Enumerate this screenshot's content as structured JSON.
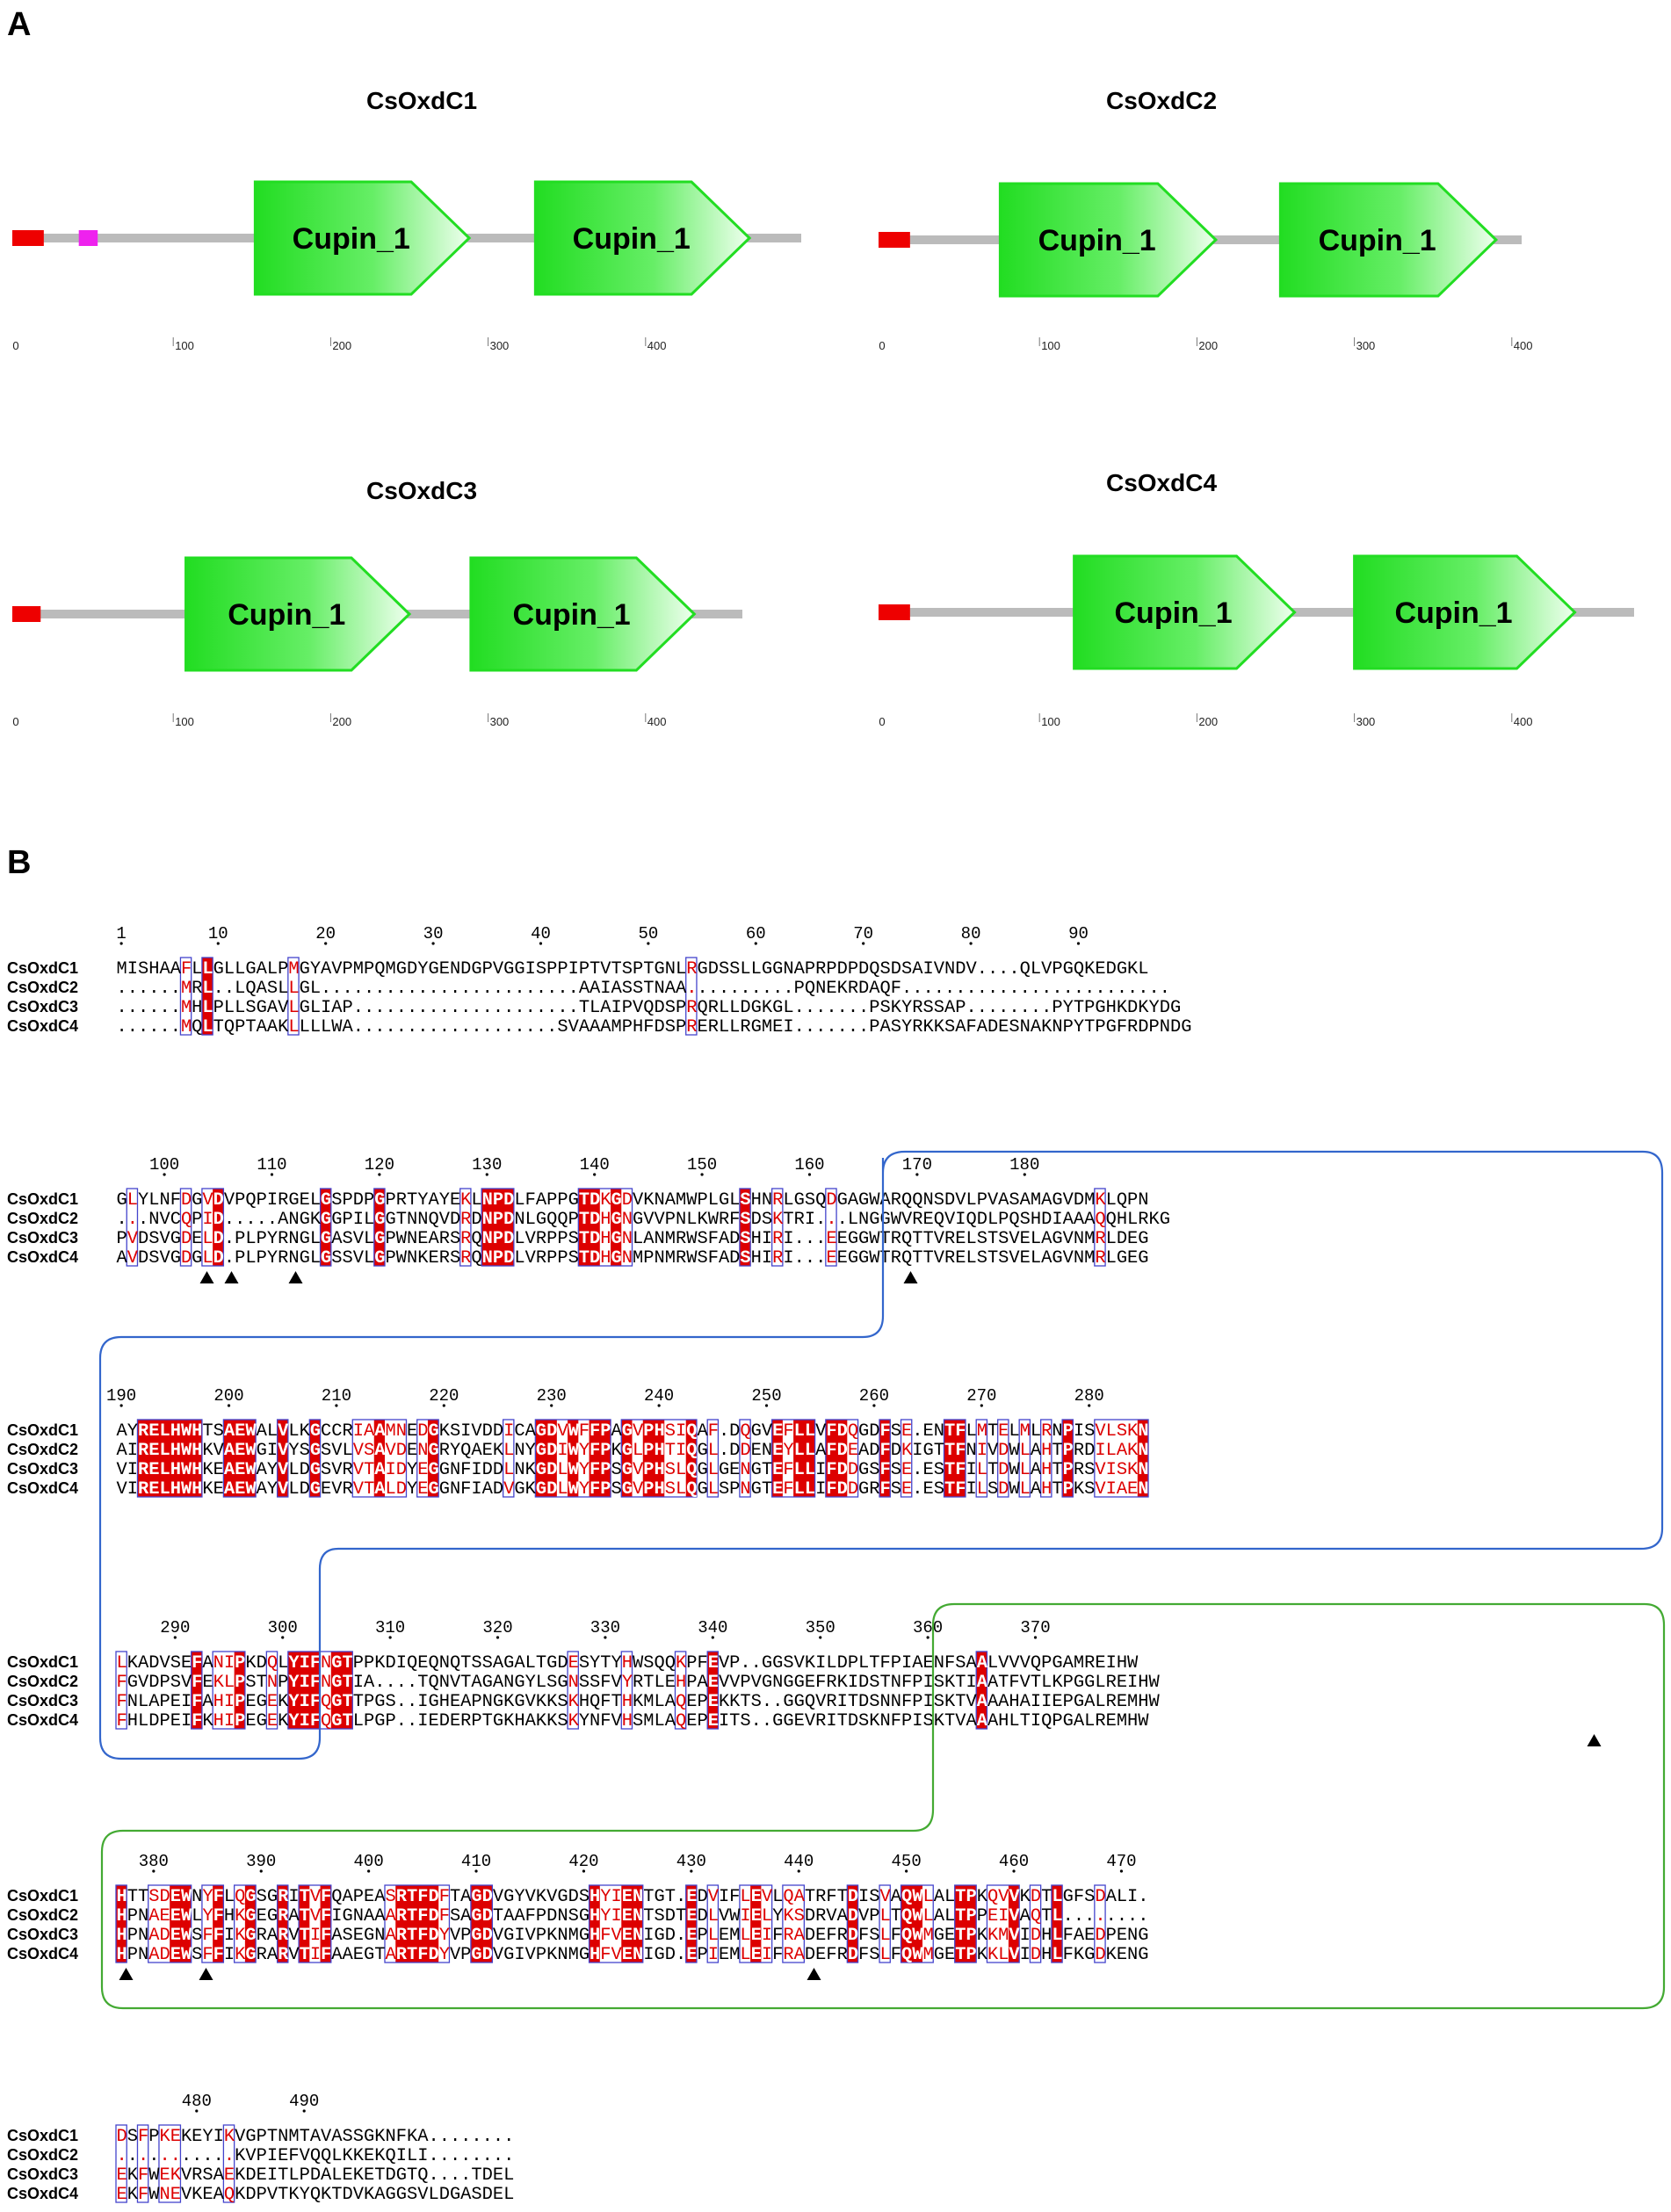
{
  "colors": {
    "identical_bg": "#dd0000",
    "similar_text": "#dd0000",
    "frame": "#4444cc",
    "domain_green": "#22dd22",
    "hydrophobic_region": "#3366cc",
    "cupin_region": "#44aa33",
    "signal_red": "#ee0000",
    "motif_magenta": "#ee22ee",
    "backbone": "#bbbbbb"
  },
  "panel_a": {
    "letter": "A",
    "proteins": [
      {
        "title": "CsOxdC1",
        "scale_max": 500,
        "length": 500,
        "signal": [
          0,
          20
        ],
        "motif": [
          40,
          52
        ],
        "domains": [
          [
            152,
            288
          ],
          [
            330,
            466
          ]
        ],
        "domain_label": "Cupin_1",
        "ticks": [
          "0",
          "100",
          "200",
          "300",
          "400"
        ]
      },
      {
        "title": "CsOxdC2",
        "scale_max": 500,
        "length": 406,
        "signal": [
          0,
          20
        ],
        "domains": [
          [
            75,
            212
          ],
          [
            253,
            390
          ]
        ],
        "domain_label": "Cupin_1",
        "ticks": [
          "0",
          "100",
          "200",
          "300",
          "400"
        ]
      },
      {
        "title": "CsOxdC3",
        "scale_max": 500,
        "length": 463,
        "signal": [
          0,
          18
        ],
        "domains": [
          [
            108,
            250
          ],
          [
            289,
            431
          ]
        ],
        "domain_label": "Cupin_1",
        "ticks": [
          "0",
          "100",
          "200",
          "300",
          "400"
        ]
      },
      {
        "title": "CsOxdC4",
        "scale_max": 500,
        "length": 480,
        "signal": [
          0,
          20
        ],
        "domains": [
          [
            122,
            262
          ],
          [
            300,
            440
          ]
        ],
        "domain_label": "Cupin_1",
        "ticks": [
          "0",
          "100",
          "200",
          "300",
          "400"
        ]
      }
    ]
  },
  "panel_b": {
    "letter": "B",
    "names": [
      "CsOxdC1",
      "CsOxdC2",
      "CsOxdC3",
      "CsOxdC4"
    ],
    "blocks": [
      {
        "start": 1,
        "numbers": [
          "1",
          "10",
          "20",
          "30",
          "40",
          "50",
          "60",
          "70",
          "80",
          "90"
        ],
        "seqs": [
          "MISHAAFLLGLLGALPMGYAVPMPQMGDYGENDGPVGGISPPIPTVTSPTGNLRGDSSLLGGNAPRPDPDQSDSAIVNDV....QLVPGQKEDGKL",
          "......MRL..LQASLLGL........................AAIASSTNAA..........PQNEKRDAQF.........................",
          "......MHLPLLSGAVLGLIAP.....................TLAIPVQDSPRQRLLDGKGL.......PSKYRSSAP........PYTPGHKDKYDG",
          "......MQLTQPTAAKLLLLWA...................SVAAAMPHFDSPRERLLRGMEI.......PASYRKKSAFADESNAKNPYTPGFRDPNDG"
        ]
      },
      {
        "start": 96,
        "numbers": [
          "100",
          "110",
          "120",
          "130",
          "140",
          "150",
          "160",
          "170",
          "180"
        ],
        "seqs": [
          "GLYLNFDGVDVPQPIRGELGSPDPGPRTYAYEKLNPDLFAPPGTDKGDVKNAMWPLGLSHNRLGSQDGAGWARQQNSDVLPVASAMAGVDMKLQPN",
          "...NVCQPID.....ANGKGGPILGGTNNQVDRDNPDNLGQQPTDHGNGVVPNLKWRFSDSKTRI...LNGGWVREQVIQDLPQSHDIAAAQQHLRKG",
          "PVDSVGDELD.PLPYRNGLGASVLGPWNEARSRQNPDLVRPPSTDHGNLANMRWSFADSHIRI...EEGGWTRQTTVRELSTSVELAGVNMRLDEG",
          "AVDSVGDGLD.PLPYRNGLGSSVLGPWNKERSRQNPDLVRPPSTDHGNMPNMRWSFADSHIRI...EEGGWTRQTTVRELSTSVELAGVNMRLGEG"
        ]
      },
      {
        "start": 190,
        "numbers": [
          "190",
          "200",
          "210",
          "220",
          "230",
          "240",
          "250",
          "260",
          "270",
          "280"
        ],
        "seqs": [
          "AYRELHWHTSAEWALVLKGCCRIAAMNEDGKSIVDDICAGDVWFFPAGVPHSIQAF.DQGVEFLLVFDQGDFSE.ENTFLMTELMLRNPISVLSKN",
          "AIRELHWHKVAEWGIVYSGSVLVSAVDENGRYQAEKLNYGDIWYFPKGLPHTIQGL.DDENEYLLAFDEADFDKIGTTFNIVDWLAHTPRDILAKN",
          "VIRELHWHKEAEWAYVLDGSVRVTAIDYEGGNFIDDLNKGDLWYFPSGVPHSLQGLGENGTEFLLIFDDGSFSE.ESTFILTDWLAHTPRSVISKN",
          "VIRELHWHKEAEWAYVLDGEVRVTALDYEGGNFIADVGKGDLWYFPSGVPHSLQGLSPNGTEFLLIFDDGRFSE.ESTFILSDWLAHTPKSVIAEN"
        ]
      },
      {
        "start": 285,
        "numbers": [
          "290",
          "300",
          "310",
          "320",
          "330",
          "340",
          "350",
          "360",
          "370"
        ],
        "seqs": [
          "LKADVSEFANIPKDQLYIFNGTPPKDIQEQNQTSSAGALTGDESYTYHWSQQKPFEVP..GGSVKILDPLTFPIAENFSAALVVVQPGAMREIHW",
          "FGVDPSVFEKLPSTNPYIFNGTIA....TQNVTAGANGYLSGNSSFVYRTLEHPAEVVPVGNGGEFRKIDSTNFPISKTIAATFVTLKPGGLREIHW",
          "FNLAPEIFAHIPEGEKYIFQGTTPGS..IGHEAPNGKGVKKSKHQFTHKMLAQEPEKKTS..GGQVRITDSNNFPISKTVAAAHAIIEPGALREMHW",
          "FHLDPEIFKHIPEGEKYIFQGTLPGP..IEDERPTGKHAKKSKYNFVHSMLAQEPEITS..GGEVRITDSKNFPISKTVAAAHLTIQPGALREMHW"
        ]
      },
      {
        "start": 377,
        "numbers": [
          "380",
          "390",
          "400",
          "410",
          "420",
          "430",
          "440",
          "450",
          "460",
          "470"
        ],
        "seqs": [
          "HTTSDEWNYFLQGSGRITVFQAPEASRTFDFTAGDVGYVKVGDSHYIENTGT.EDVIFLEVLQATRFTDISVAQWLALTPKQVVKDTLGFSDALI.",
          "HPNAEEWLYFHKGEGRATVFIGNAAARTFDFSAGDTAAFPDNSGHYIENTSDTEDLVWIELYKSDRVADVPLTQWLALTPPEIVAQTL........",
          "HPNADEWSFFIKGRARVTIFASEGNARTFDYVPGDVGIVPKNMGHFVENIGD.EPLEMLEIFRADEFRDFSLFQWMGETPKKMVIDHLFAEDPENG",
          "HPNADEWSFFIKGRARVTIFAAEGTARTFDYVPGDVGIVPKNMGHFVENIGD.EPIEMLEIFRADEFRDFSLFQWMGETPKKLVIDHLFKGDKENG"
        ]
      },
      {
        "start": 473,
        "numbers": [
          "480",
          "490"
        ],
        "seqs": [
          "DSFPKEKEYIKVGPTNMTAVASSGKNFKA........",
          "...........KVPIEFVQQLKKEKQILI........",
          "EKFWEKVRSAEKDEITLPDALEKETDGTQ....TDEL",
          "EKFWNEVKEAQKDPVTKYQKTDVKAGGSVLDGASDEL"
        ]
      }
    ]
  }
}
